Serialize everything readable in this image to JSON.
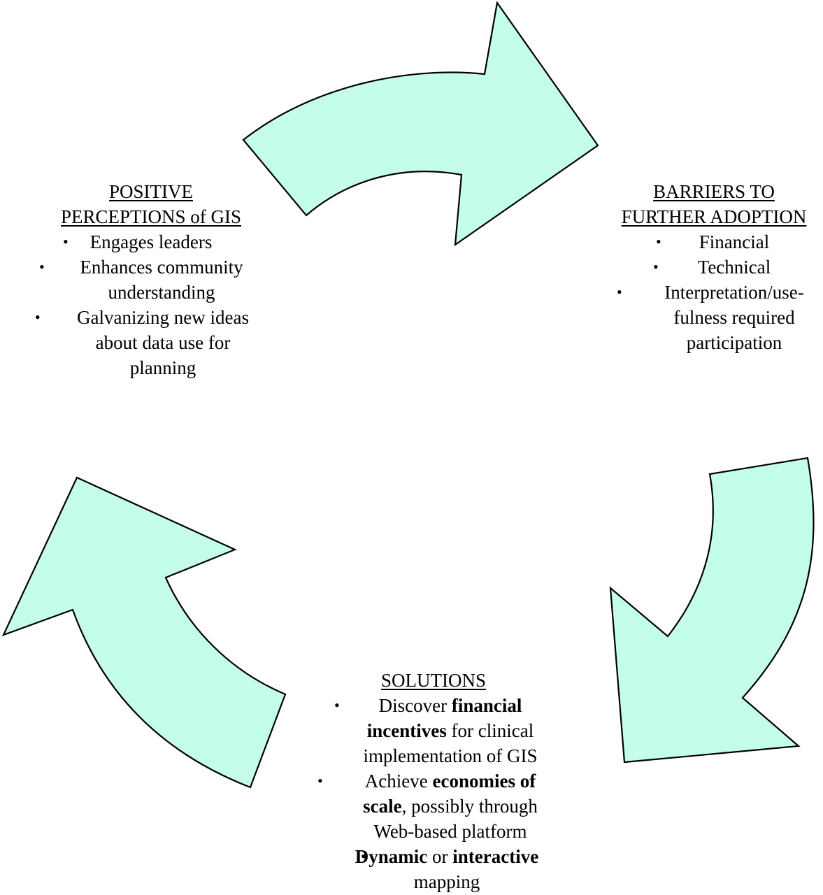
{
  "colors": {
    "arrow_fill": "#c4fdea",
    "arrow_stroke": "#000000",
    "text": "#000000",
    "background": "#ffffff"
  },
  "icons": {
    "bullet": "•",
    "arrow_shape": "curved-cycle-arrow"
  },
  "positive": {
    "title_line1": "POSITIVE",
    "title_line2": "PERCEPTIONS of GIS",
    "items": [
      {
        "text": "Engages leaders"
      },
      {
        "text": "Enhances community understanding"
      },
      {
        "text": "Galvanizing new ideas about data use for planning"
      }
    ]
  },
  "barriers": {
    "title_line1": "BARRIERS TO",
    "title_line2": "FURTHER ADOPTION",
    "items": [
      {
        "text": "Financial"
      },
      {
        "text": "Technical"
      },
      {
        "text": "Interpretation/use-fulness required participation"
      }
    ]
  },
  "solutions": {
    "title": "SOLUTIONS",
    "item1": {
      "pre": "Discover ",
      "bold": "financial incentives",
      "post": " for clinical implementation of GIS"
    },
    "item2": {
      "pre": "Achieve ",
      "bold": "economies of scale",
      "post": ", possibly through Web-based platform"
    },
    "item3": {
      "bold1": "Dynamic",
      "mid": " or ",
      "bold2": "interactive",
      "post": " mapping"
    }
  }
}
